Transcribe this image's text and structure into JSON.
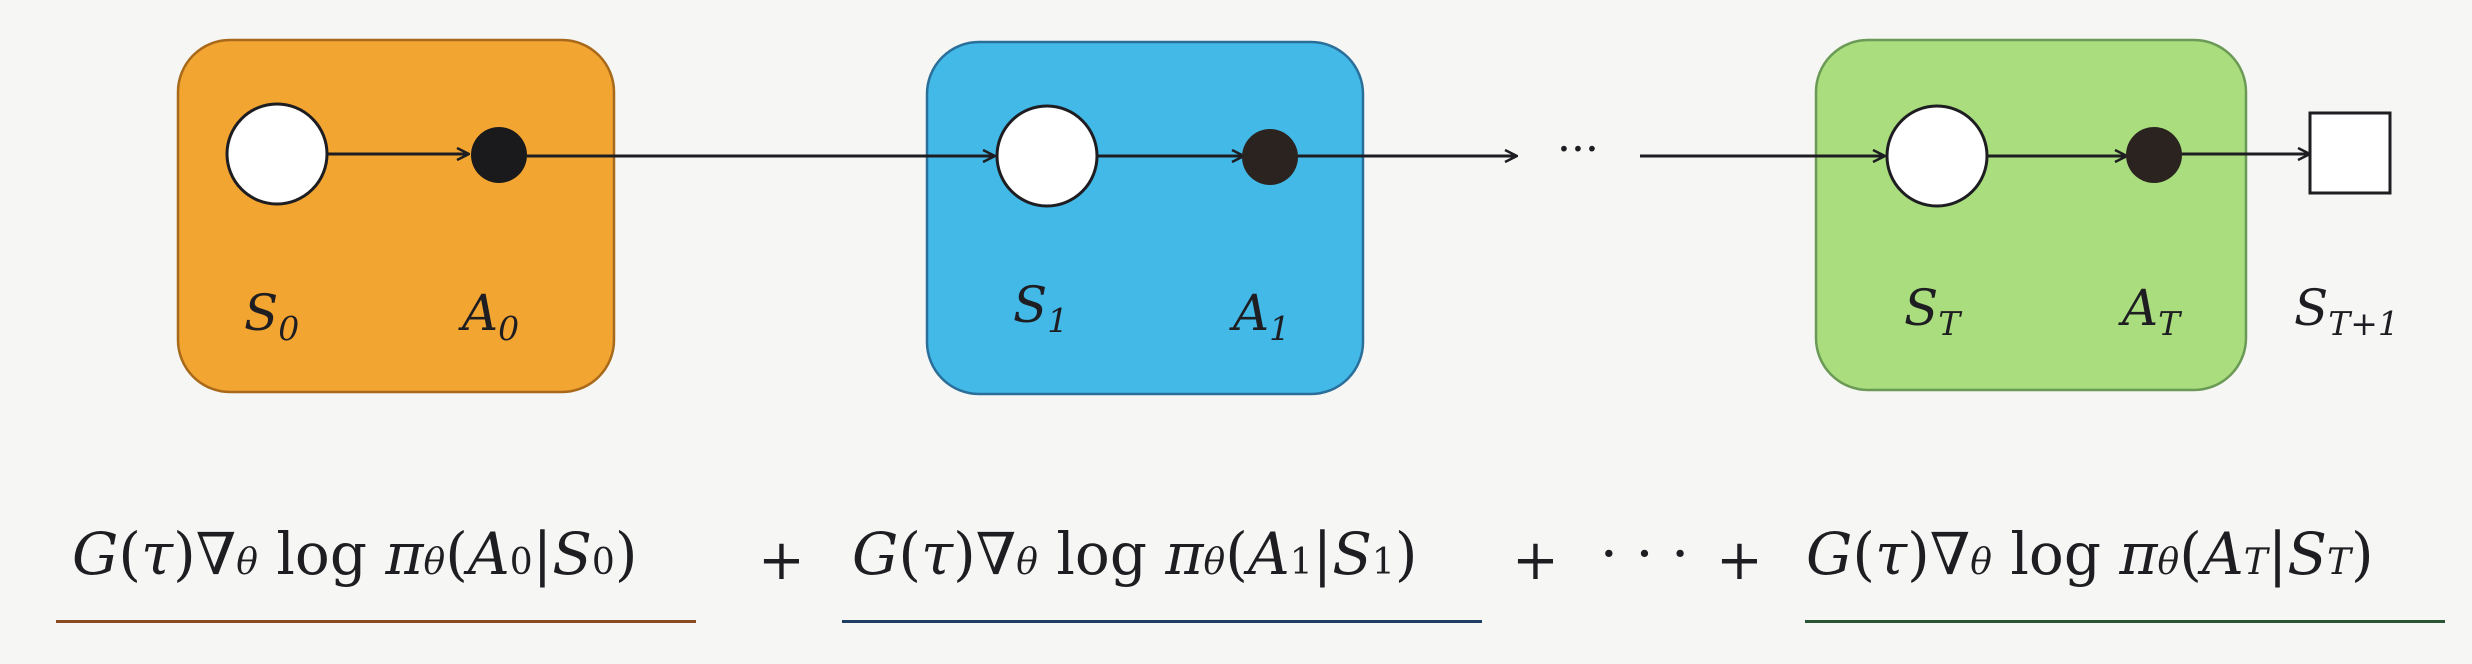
{
  "colors": {
    "group0": "#f3a531",
    "group1": "#43b9e8",
    "group2": "#a9dd7d",
    "underline0": "#8a4a22",
    "underline1": "#1e3f62",
    "underline2": "#2a5535",
    "ink": "#1e1e22"
  },
  "nodes": {
    "s0": {
      "base": "S",
      "sub": "0"
    },
    "a0": {
      "base": "A",
      "sub": "0"
    },
    "s1": {
      "base": "S",
      "sub": "1"
    },
    "a1": {
      "base": "A",
      "sub": "1"
    },
    "sT": {
      "base": "S",
      "sub": "T"
    },
    "aT": {
      "base": "A",
      "sub": "T"
    },
    "sT1": {
      "base": "S",
      "sub": "T+1"
    }
  },
  "ellipsis": "···",
  "formula": {
    "plus": "+",
    "cdots": "· · ·",
    "terms": [
      {
        "g": "G",
        "open": "(",
        "tau": "τ",
        "close": ")",
        "nabla": "∇",
        "theta": "θ",
        "log": "log",
        "pi": "π",
        "lp": "(",
        "a": "A",
        "a_sub": "0",
        "bar": "|",
        "s": "S",
        "s_sub": "0",
        "rp": ")"
      },
      {
        "g": "G",
        "open": "(",
        "tau": "τ",
        "close": ")",
        "nabla": "∇",
        "theta": "θ",
        "log": "log",
        "pi": "π",
        "lp": "(",
        "a": "A",
        "a_sub": "1",
        "bar": "|",
        "s": "S",
        "s_sub": "1",
        "rp": ")"
      },
      {
        "g": "G",
        "open": "(",
        "tau": "τ",
        "close": ")",
        "nabla": "∇",
        "theta": "θ",
        "log": "log",
        "pi": "π",
        "lp": "(",
        "a": "A",
        "a_sub": "T",
        "bar": "|",
        "s": "S",
        "s_sub": "T",
        "rp": ")"
      }
    ]
  }
}
